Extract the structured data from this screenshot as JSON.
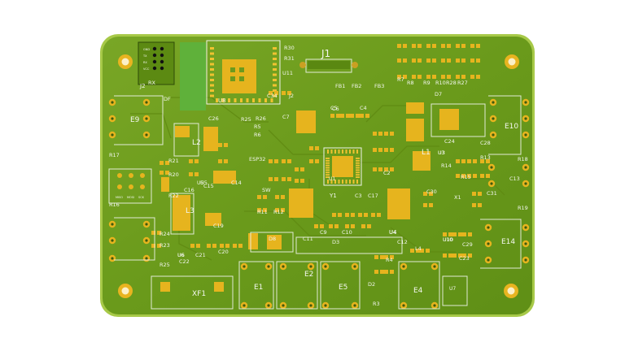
{
  "board": {
    "description_labels": {
      "connector": "J1",
      "header": "J2",
      "module": "U8",
      "mcu": "U1",
      "crystal": "Y1",
      "usb_ic": "U3",
      "reg": "U4",
      "opamp": "U5",
      "opamp2": "U6",
      "small_ic": "U7",
      "mux": "U10"
    },
    "refdes": [
      {
        "id": "r30",
        "text": "R30"
      },
      {
        "id": "r31",
        "text": "R31"
      },
      {
        "id": "u11",
        "text": "U11"
      },
      {
        "id": "c34",
        "text": "C34"
      },
      {
        "id": "j2b",
        "text": "J2"
      },
      {
        "id": "c7",
        "text": "C7"
      },
      {
        "id": "r26",
        "text": "R26"
      },
      {
        "id": "r25a",
        "text": "R25"
      },
      {
        "id": "r5",
        "text": "R5"
      },
      {
        "id": "r6",
        "text": "R6"
      },
      {
        "id": "c26",
        "text": "C26"
      },
      {
        "id": "l2",
        "text": "L2"
      },
      {
        "id": "l3",
        "text": "L3"
      },
      {
        "id": "r17",
        "text": "R17"
      },
      {
        "id": "r21",
        "text": "R21"
      },
      {
        "id": "r20",
        "text": "R20"
      },
      {
        "id": "r22",
        "text": "R22"
      },
      {
        "id": "r16",
        "text": "R16"
      },
      {
        "id": "r24",
        "text": "R24"
      },
      {
        "id": "r23",
        "text": "R23"
      },
      {
        "id": "r25b",
        "text": "R25"
      },
      {
        "id": "c16",
        "text": "C16"
      },
      {
        "id": "c15",
        "text": "C15"
      },
      {
        "id": "c14",
        "text": "C14"
      },
      {
        "id": "c19",
        "text": "C19"
      },
      {
        "id": "c20",
        "text": "C20"
      },
      {
        "id": "c21",
        "text": "C21"
      },
      {
        "id": "c22",
        "text": "C22"
      },
      {
        "id": "r11",
        "text": "R11"
      },
      {
        "id": "r12",
        "text": "R12"
      },
      {
        "id": "c11",
        "text": "C11"
      },
      {
        "id": "c9",
        "text": "C9"
      },
      {
        "id": "c10",
        "text": "C10"
      },
      {
        "id": "c3",
        "text": "C3"
      },
      {
        "id": "c17",
        "text": "C17"
      },
      {
        "id": "c2",
        "text": "C2"
      },
      {
        "id": "c6",
        "text": "C6"
      },
      {
        "id": "c5",
        "text": "C5"
      },
      {
        "id": "c4",
        "text": "C4"
      },
      {
        "id": "c12",
        "text": "C12"
      },
      {
        "id": "c30",
        "text": "C30"
      },
      {
        "id": "c31",
        "text": "C31"
      },
      {
        "id": "c23",
        "text": "C23"
      },
      {
        "id": "c29",
        "text": "C29"
      },
      {
        "id": "c24",
        "text": "C24"
      },
      {
        "id": "c28",
        "text": "C28"
      },
      {
        "id": "c13",
        "text": "C13"
      },
      {
        "id": "fb1",
        "text": "FB1"
      },
      {
        "id": "fb2",
        "text": "FB2"
      },
      {
        "id": "fb3",
        "text": "FB3"
      },
      {
        "id": "r7",
        "text": "R7"
      },
      {
        "id": "r8",
        "text": "R8"
      },
      {
        "id": "r9",
        "text": "R9"
      },
      {
        "id": "r10",
        "text": "R10"
      },
      {
        "id": "r28",
        "text": "R28"
      },
      {
        "id": "r27",
        "text": "R27"
      },
      {
        "id": "d7",
        "text": "D7"
      },
      {
        "id": "d3",
        "text": "D3"
      },
      {
        "id": "d2",
        "text": "D2"
      },
      {
        "id": "r3",
        "text": "R3"
      },
      {
        "id": "r4",
        "text": "R4"
      },
      {
        "id": "l4",
        "text": "L4"
      },
      {
        "id": "r14",
        "text": "R14"
      },
      {
        "id": "r15",
        "text": "R15"
      },
      {
        "id": "r18",
        "text": "R18"
      },
      {
        "id": "r19",
        "text": "R19"
      },
      {
        "id": "r13",
        "text": "R13"
      },
      {
        "id": "l1",
        "text": "L1"
      },
      {
        "id": "df",
        "text": "DF"
      },
      {
        "id": "u5",
        "text": "U5"
      },
      {
        "id": "u6",
        "text": "U6"
      },
      {
        "id": "u4",
        "text": "U4"
      },
      {
        "id": "u3",
        "text": "U3"
      },
      {
        "id": "u10",
        "text": "U10"
      },
      {
        "id": "e1",
        "text": "E1"
      },
      {
        "id": "e2",
        "text": "E2"
      },
      {
        "id": "e5",
        "text": "E5"
      },
      {
        "id": "e4",
        "text": "E4"
      },
      {
        "id": "e14",
        "text": "E14"
      },
      {
        "id": "e10",
        "text": "E10"
      },
      {
        "id": "e9",
        "text": "E9"
      },
      {
        "id": "x1",
        "text": "X1"
      },
      {
        "id": "xf1",
        "text": "XF1"
      },
      {
        "id": "esp",
        "text": "ESP32"
      },
      {
        "id": "sw",
        "text": "SW"
      },
      {
        "id": "rx",
        "text": "RX"
      },
      {
        "id": "d8",
        "text": "D8"
      }
    ],
    "header_pins": [
      "GND",
      "TX",
      "RX",
      "VCC"
    ],
    "isp_pins": [
      "MISO",
      "MOSI",
      "SCK"
    ]
  },
  "colors": {
    "mask": "#6c9a1e",
    "mask_edge": "#94bd38",
    "pad": "#e6b41e",
    "silk": "#f2f6ee"
  }
}
